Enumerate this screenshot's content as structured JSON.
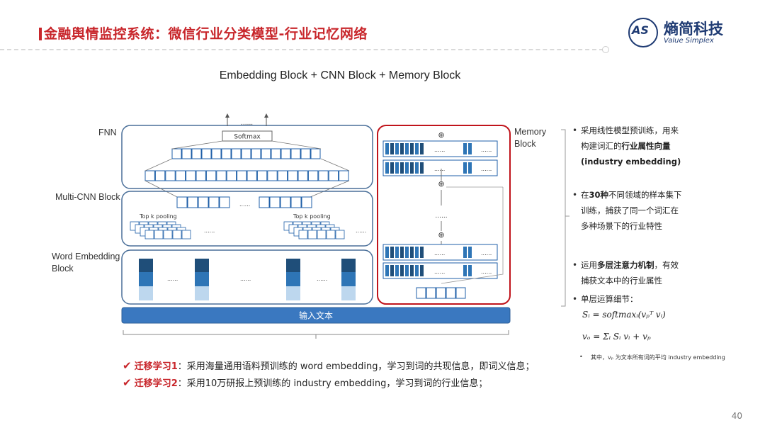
{
  "header": {
    "title": "金融舆情监控系统：微信行业分类模型-行业记忆网络",
    "logo_mark": "AS",
    "logo_cn": "熵简科技",
    "logo_en": "Value Simplex"
  },
  "diagram": {
    "heading": "Embedding Block + CNN Block + Memory Block",
    "labels": {
      "fnn": "FNN",
      "multi_cnn": "Multi-CNN Block",
      "word_emb_1": "Word Embedding",
      "word_emb_2": "Block",
      "memory_1": "Memory",
      "memory_2": "Block",
      "softmax": "Softmax",
      "topk_1": "Top k pooling",
      "topk_2": "Top k pooling",
      "input": "输入文本",
      "dots": "......",
      "plus": "⊕"
    }
  },
  "notes": {
    "n1_a": "采用线性模型预训练，用来",
    "n1_b_pre": "构建词汇的",
    "n1_b_bold": "行业属性向量",
    "n1_c": "(industry embedding)",
    "n2_a_pre": "在",
    "n2_a_bold": "30种",
    "n2_a_post": "不同领域的样本集下",
    "n2_b": "训练，捕获了同一个词汇在",
    "n2_c": "多种场景下的行业特性",
    "n3_a_pre": "运用",
    "n3_a_bold": "多层注意力机制",
    "n3_a_post": "，有效",
    "n3_b": "捕获文本中的行业属性",
    "n4_a": "单层运算细节：",
    "bullet": "•",
    "formula_1": "Sᵢ = softmaxᵢ(vₚᵀ vᵢ)",
    "formula_2": "vₒ = Σᵢ Sᵢ vᵢ + vₚ",
    "footnote": "其中，vₚ 为文本所有词的平均 industry embedding"
  },
  "transfer": {
    "check": "✔",
    "t1_title": "迁移学习1",
    "t1_text": "：采用海量通用语料预训练的 word embedding，学习到词的共现信息，即词义信息；",
    "t2_title": "迁移学习2",
    "t2_text": "：采用10万研报上预训练的 industry embedding，学习到词的行业信息；"
  },
  "page_number": "40",
  "colors": {
    "title_red": "#c8262b",
    "box_blue": "#1f5fa8",
    "input_bar": "#3a78c0",
    "memory_border": "#c0141b",
    "emb_dark": "#1f4e79",
    "emb_mid": "#2e75b6",
    "emb_light": "#bdd7ee"
  }
}
